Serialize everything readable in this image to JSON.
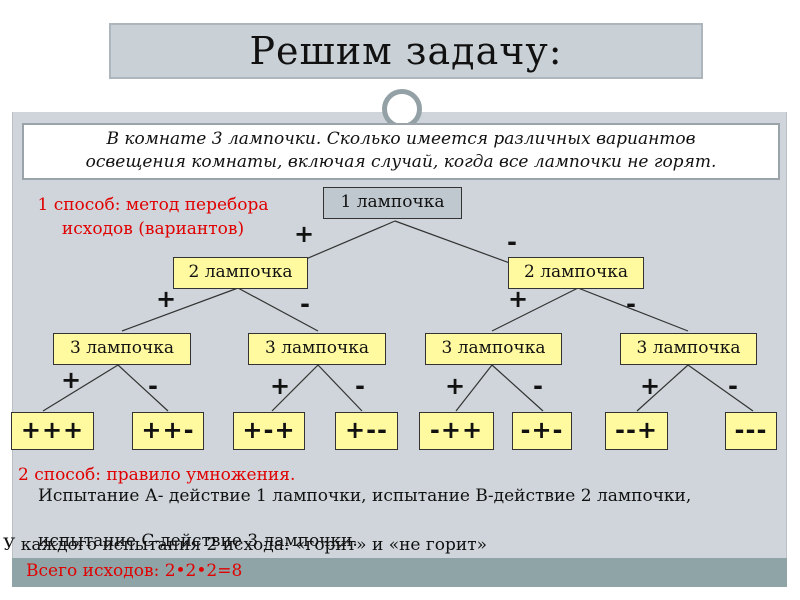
{
  "title": "Решим задачу:",
  "problem": {
    "line1": "В комнате 3 лампочки. Сколько имеется различных вариантов",
    "line2": "освещения комнаты, включая случай, когда все лампочки не горят."
  },
  "method1": {
    "line1": "1 способ: метод перебора",
    "line2": "исходов (вариантов)"
  },
  "tree": {
    "root": "1 лампочка",
    "level2": [
      "2 лампочка",
      "2 лампочка"
    ],
    "level3": [
      "3 лампочка",
      "3 лампочка",
      "3 лампочка",
      "3 лампочка"
    ],
    "leaves": [
      "+++",
      "++-",
      "+-+",
      "+--",
      "-++",
      "-+-",
      "--+",
      "---"
    ],
    "sign_plus": "+",
    "sign_minus": "-"
  },
  "method2": "2 способ: правило умножения.",
  "trial_text": "Испытание А- действие 1 лампочки, испытание В-действие 2 лампочки,",
  "trial_text_overlap": "испытание С-действие 3 лампочки.",
  "outcomes_text": "У каждого испытания 2 исхода: «горит» и «не горит»",
  "total": "Всего исходов: 2•2•2=8",
  "colors": {
    "slide_bg": "#cfd5da",
    "node_fill": "#fffaa0",
    "root_fill": "#c0c8cf",
    "accent_red": "#e00000",
    "bottom_strip": "#8fa4a6"
  }
}
